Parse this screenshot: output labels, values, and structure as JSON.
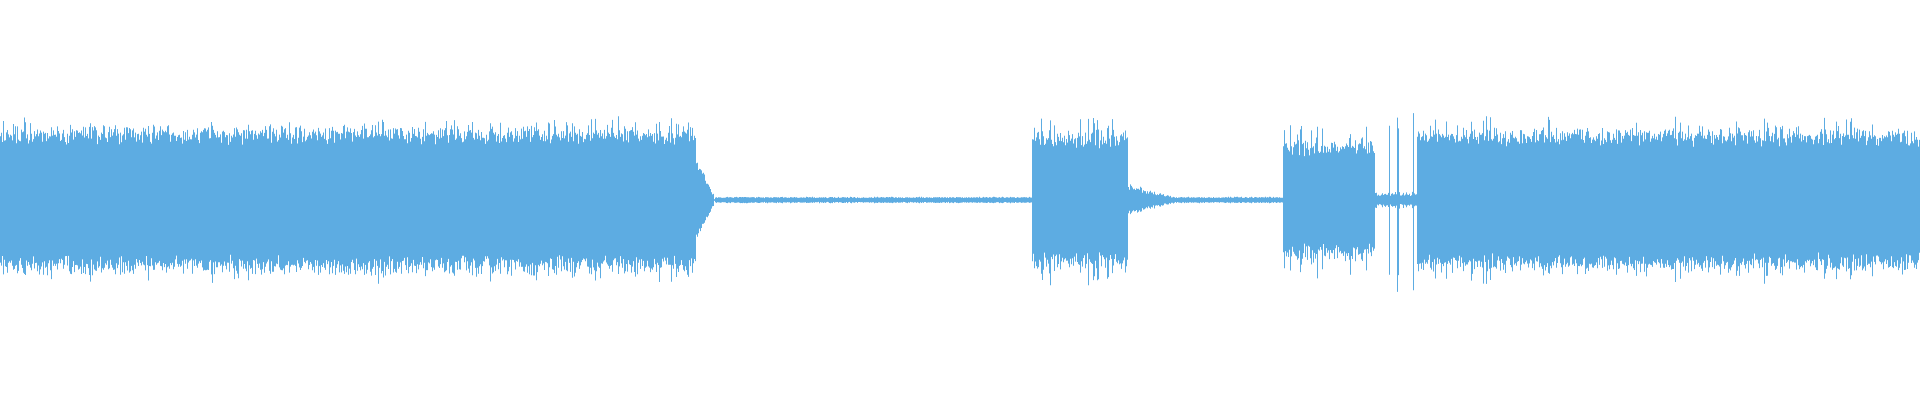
{
  "waveform": {
    "color": "#5DACE2",
    "background": "#ffffff",
    "segments": [
      {
        "kind": "dense",
        "start": 0.0,
        "end": 0.362,
        "level": 0.62,
        "peak": 0.78
      },
      {
        "kind": "fade",
        "start": 0.362,
        "end": 0.372,
        "level": 0.2,
        "peak": 0.35
      },
      {
        "kind": "quiet",
        "start": 0.372,
        "end": 0.537,
        "level": 0.02,
        "peak": 0.03
      },
      {
        "kind": "burst",
        "start": 0.537,
        "end": 0.587,
        "level": 0.55,
        "peak": 0.82
      },
      {
        "kind": "tail",
        "start": 0.587,
        "end": 0.611,
        "level": 0.1,
        "peak": 0.16
      },
      {
        "kind": "quiet",
        "start": 0.611,
        "end": 0.668,
        "level": 0.02,
        "peak": 0.03
      },
      {
        "kind": "dense",
        "start": 0.668,
        "end": 0.716,
        "level": 0.5,
        "peak": 0.72
      },
      {
        "kind": "spikes",
        "start": 0.716,
        "end": 0.738,
        "level": 0.08,
        "peak": 0.86
      },
      {
        "kind": "dense",
        "start": 0.738,
        "end": 1.0,
        "level": 0.6,
        "peak": 0.78
      }
    ]
  }
}
